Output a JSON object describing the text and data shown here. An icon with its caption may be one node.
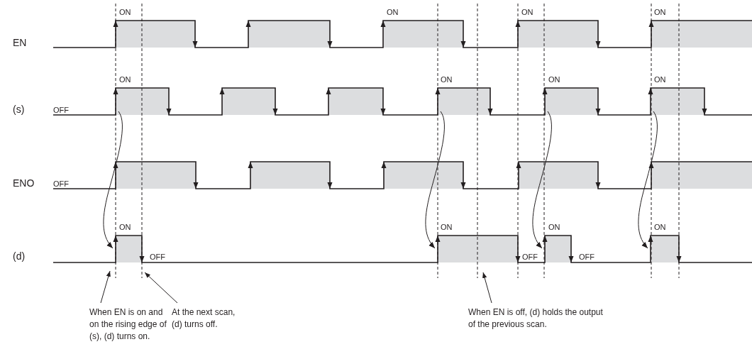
{
  "diagram": {
    "nodes": [
      {
        "text": [
          "When EN is on and on the rising edge of (s), (d) turns on."
        ]
      },
      {
        "text": [
          "At the next scan, (d) turns off."
        ]
      },
      {
        "text": [
          "When EN is off, (d) holds the output of the previous scan."
        ]
      }
    ],
    "edges": [
      {
        "from": 0,
        "to": null,
        "arrow": "to"
      },
      {
        "from": 1,
        "to": null,
        "arrow": "to"
      },
      {
        "from": 2,
        "to": null,
        "arrow": "to"
      }
    ],
    "labels": [
      "ON",
      "ON",
      "ON",
      "ON",
      "EN",
      "ON",
      "ON",
      "ON",
      "ON",
      "(s)",
      "OFF",
      "ENO",
      "OFF",
      "ON",
      "ON",
      "ON",
      "ON",
      "(d)",
      "OFF",
      "OFF",
      "OFF"
    ]
  }
}
